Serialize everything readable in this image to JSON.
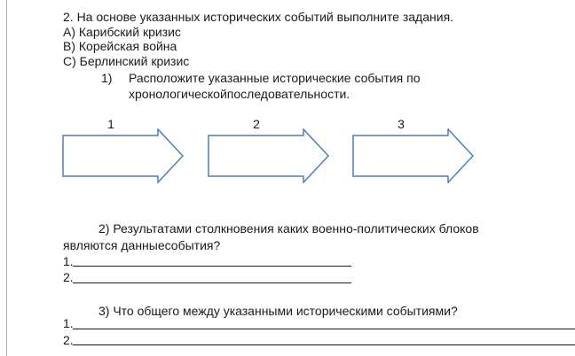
{
  "task": {
    "header": "2.  На основе указанных исторических событий выполните задания.",
    "events": [
      "A)  Карибский кризис",
      "B)  Корейская война",
      "C)  Берлинский кризис"
    ]
  },
  "q1": {
    "number": "1)",
    "line1": "Расположите   указанные   исторические   события   по",
    "line2": "хронологическойпоследовательности.",
    "arrows": [
      "1",
      "2",
      "3"
    ]
  },
  "q2": {
    "line1": "2)  Результатами  столкновения  каких  военно-политических  блоков",
    "line2": "являются  данныесобытия?",
    "answers": [
      "1.",
      "2."
    ]
  },
  "q3": {
    "line1": "3) Что общего между указанными историческими событиями?",
    "answers": [
      "1.",
      "2."
    ]
  }
}
